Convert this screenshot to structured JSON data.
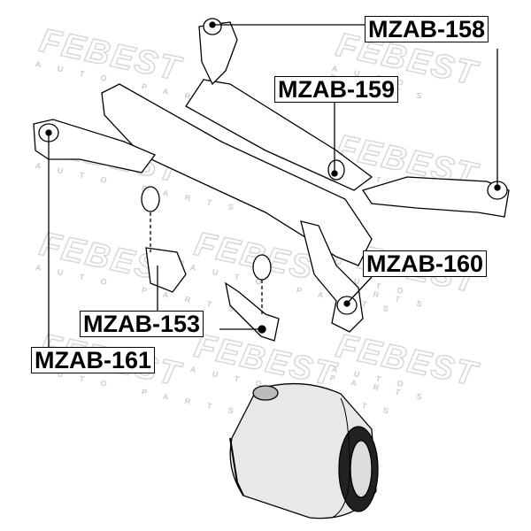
{
  "watermark": {
    "brand": "FEBEST",
    "tagline": "AUTO PARTS"
  },
  "labels": {
    "p158": "MZAB-158",
    "p159": "MZAB-159",
    "p160": "MZAB-160",
    "p153": "MZAB-153",
    "p161": "MZAB-161"
  },
  "colors": {
    "line": "#000000",
    "watermark": "#d8d8d8",
    "bushing_body": "#e8e8e8"
  }
}
